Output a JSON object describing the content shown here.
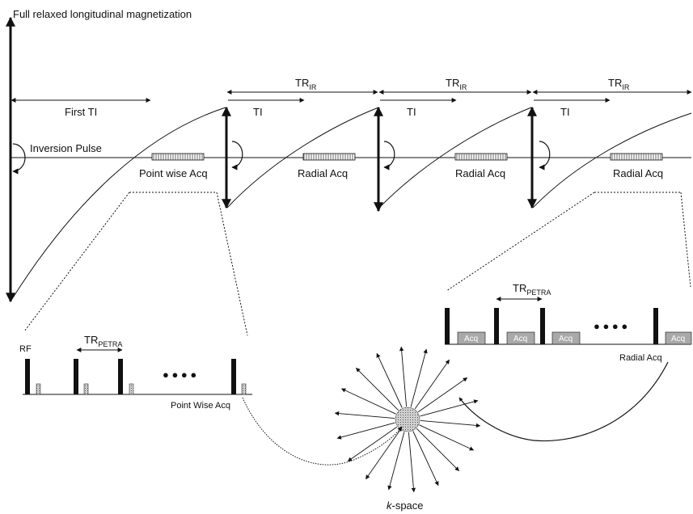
{
  "labels": {
    "full_relaxed": "Full relaxed longitudinal magnetization",
    "first_ti": "First TI",
    "inversion_pulse": "Inversion Pulse",
    "point_wise_acq": "Point wise Acq",
    "radial_acq": "Radial Acq",
    "tr": "TR",
    "ir": "IR",
    "ti": "TI",
    "petra": "PETRA",
    "rf": "RF",
    "acq": "Acq",
    "point_wise_acq_2": "Point Wise Acq",
    "radial_acq_2": "Radial Acq",
    "dots": "● ● ● ●",
    "k": "k",
    "space": "-space"
  },
  "colors": {
    "ink": "#111111",
    "acq_box": "#a9a9a9",
    "readout_fill": "#d9d9d9"
  }
}
